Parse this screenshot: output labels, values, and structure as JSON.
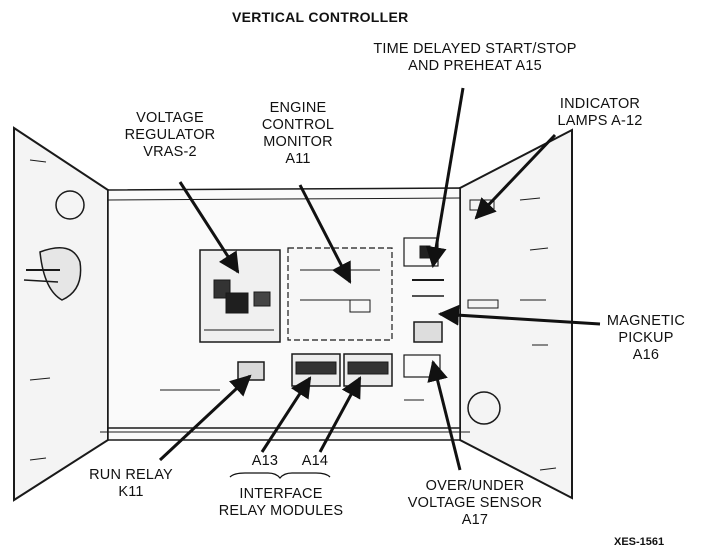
{
  "title": "VERTICAL CONTROLLER",
  "figure_code": "XES-1561",
  "labels": {
    "voltage_regulator": [
      "VOLTAGE",
      "REGULATOR",
      "VRAS-2"
    ],
    "engine_control_monitor": [
      "ENGINE",
      "CONTROL",
      "MONITOR",
      "A11"
    ],
    "time_delayed_start": [
      "TIME DELAYED START/STOP",
      "AND PREHEAT A15"
    ],
    "indicator_lamps": [
      "INDICATOR",
      "LAMPS A-12"
    ],
    "magnetic_pickup": [
      "MAGNETIC",
      "PICKUP",
      "A16"
    ],
    "run_relay": [
      "RUN RELAY",
      "K11"
    ],
    "a13": "A13",
    "a14": "A14",
    "interface_relay_modules": [
      "INTERFACE",
      "RELAY MODULES"
    ],
    "over_under_voltage_sensor": [
      "OVER/UNDER",
      "VOLTAGE SENSOR",
      "A17"
    ]
  }
}
